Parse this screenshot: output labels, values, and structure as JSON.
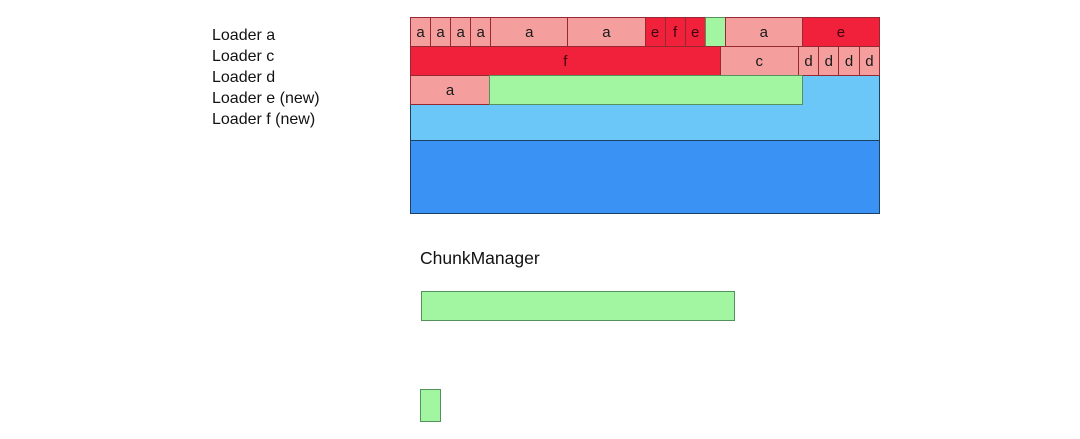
{
  "loader_list": {
    "items": [
      {
        "label": "Loader a"
      },
      {
        "label": "Loader c"
      },
      {
        "label": "Loader d"
      },
      {
        "label": "Loader e (new)"
      },
      {
        "label": "Loader f (new)"
      }
    ]
  },
  "timeline": {
    "unit_total": 24,
    "rows": [
      {
        "name": "loader-row-1",
        "blocks": [
          {
            "label": "a",
            "units": 1,
            "fill": "pink"
          },
          {
            "label": "a",
            "units": 1,
            "fill": "pink"
          },
          {
            "label": "a",
            "units": 1,
            "fill": "pink"
          },
          {
            "label": "a",
            "units": 1,
            "fill": "pink"
          },
          {
            "label": "a",
            "units": 4,
            "fill": "pink"
          },
          {
            "label": "a",
            "units": 4,
            "fill": "pink"
          },
          {
            "label": "e",
            "units": 1,
            "fill": "red"
          },
          {
            "label": "f",
            "units": 1,
            "fill": "red"
          },
          {
            "label": "e",
            "units": 1,
            "fill": "red"
          },
          {
            "label": "",
            "units": 1,
            "fill": "green"
          },
          {
            "label": "a",
            "units": 4,
            "fill": "pink"
          },
          {
            "label": "e",
            "units": 4,
            "fill": "red"
          }
        ]
      },
      {
        "name": "loader-row-2",
        "blocks": [
          {
            "label": "f",
            "units": 16,
            "fill": "red"
          },
          {
            "label": "c",
            "units": 4,
            "fill": "pink"
          },
          {
            "label": "d",
            "units": 1,
            "fill": "pink"
          },
          {
            "label": "d",
            "units": 1,
            "fill": "pink"
          },
          {
            "label": "d",
            "units": 1,
            "fill": "pink"
          },
          {
            "label": "d",
            "units": 1,
            "fill": "pink"
          }
        ]
      },
      {
        "name": "loader-row-3",
        "blocks": [
          {
            "label": "a",
            "units": 4,
            "fill": "pink"
          },
          {
            "label": "",
            "units": 16,
            "fill": "green"
          },
          {
            "label": "",
            "units": 4,
            "fill": "none"
          }
        ]
      }
    ],
    "bands": [
      {
        "name": "buffer-band-light",
        "color_key": "light_blue"
      },
      {
        "name": "buffer-band-dark",
        "color_key": "dark_blue"
      }
    ]
  },
  "chunk_manager": {
    "title": "ChunkManager",
    "bars": [
      {
        "name": "chunk-bar-large",
        "fill": "green"
      },
      {
        "name": "chunk-bar-small",
        "fill": "green"
      }
    ]
  },
  "colors": {
    "pink": "#F49E9E",
    "red": "#F1203B",
    "green": "#A2F6A2",
    "light_blue": "#6BC7F7",
    "dark_blue": "#3B92F5",
    "border_red_family": "#962832",
    "border_green": "#55915B",
    "border_blue": "#1E4161",
    "text_dark": "#121212",
    "text_on_pink": "#191919",
    "text_on_red": "#40060F"
  }
}
